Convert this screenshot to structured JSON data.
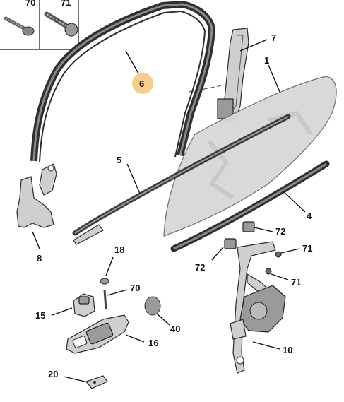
{
  "callouts": {
    "p70_top": "70",
    "p71_top": "71",
    "p6": "6",
    "p7": "7",
    "p1": "1",
    "p5": "5",
    "p4": "4",
    "p8": "8",
    "p72a": "72",
    "p72b": "72",
    "p71a": "71",
    "p71b": "71",
    "p18": "18",
    "p70": "70",
    "p15": "15",
    "p40": "40",
    "p16": "16",
    "p10": "10",
    "p20": "20"
  },
  "colors": {
    "highlight": "#f6d08a",
    "glass": "#d8d8d8",
    "seal": "#2f2f2f"
  }
}
